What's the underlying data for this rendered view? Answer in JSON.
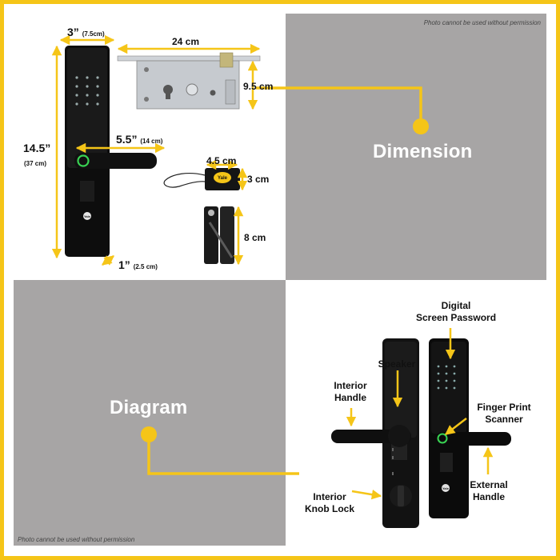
{
  "watermark": "Photo cannot be used without permission",
  "sections": {
    "dimension_title": "Dimension",
    "diagram_title": "Diagram"
  },
  "dimensions": {
    "lock_width": "3”",
    "lock_width_metric": "(7.5cm)",
    "lock_height": "14.5”",
    "lock_height_metric": "(37 cm)",
    "handle_length": "5.5”",
    "handle_length_metric": "(14 cm)",
    "lock_depth": "1”",
    "lock_depth_metric": "(2.5 cm)",
    "mortise_width": "24 cm",
    "mortise_height": "9.5 cm",
    "card_width": "4.5 cm",
    "card_height": "3 cm",
    "key_height": "8 cm"
  },
  "diagram": {
    "digital_screen_line1": "Digital",
    "digital_screen_line2": "Screen Password",
    "speaker": "Speaker",
    "interior_handle_line1": "Interior",
    "interior_handle_line2": "Handle",
    "fingerprint_line1": "Finger Print",
    "fingerprint_line2": "Scanner",
    "external_handle_line1": "External",
    "external_handle_line2": "Handle",
    "knob_lock_line1": "Interior",
    "knob_lock_line2": "Knob Lock"
  },
  "brand": "Yale",
  "colors": {
    "accent": "#f5c518",
    "gray_panel": "#a7a5a5",
    "fingerprint_ring": "#39d353"
  }
}
